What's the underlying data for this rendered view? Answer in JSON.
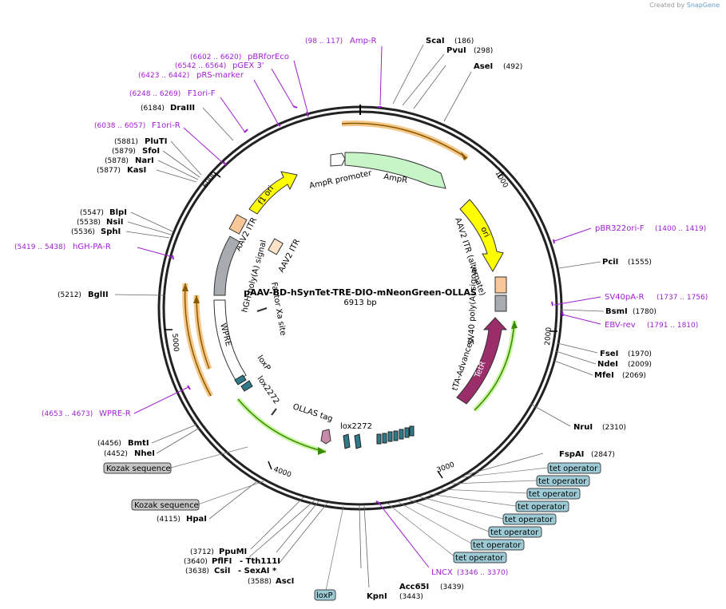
{
  "credit": {
    "prefix": "Created by",
    "brand": "SnapGene"
  },
  "plasmid": {
    "name": "pAAV-BD-hSynTet-TRE-DIO-mNeonGreen-OLLAS",
    "size": "6913 bp",
    "length": 6913
  },
  "ticks": [
    {
      "label": "1000",
      "pos": 1000
    },
    {
      "label": "2000",
      "pos": 2000
    },
    {
      "label": "3000",
      "pos": 3000
    },
    {
      "label": "4000",
      "pos": 4000
    },
    {
      "label": "5000",
      "pos": 5000
    },
    {
      "label": "6000",
      "pos": 6000
    }
  ],
  "enzymes": [
    {
      "name": "ScaI",
      "pos": "(186)"
    },
    {
      "name": "PvuI",
      "pos": "(298)"
    },
    {
      "name": "AseI",
      "pos": "(492)"
    },
    {
      "name": "PciI",
      "pos": "(1555)"
    },
    {
      "name": "BsmI",
      "pos": "(1780)"
    },
    {
      "name": "FseI",
      "pos": "(1970)"
    },
    {
      "name": "NdeI",
      "pos": "(2009)"
    },
    {
      "name": "MfeI",
      "pos": "(2069)"
    },
    {
      "name": "NruI",
      "pos": "(2310)"
    },
    {
      "name": "FspAI",
      "pos": "(2847)"
    },
    {
      "name": "Acc65I",
      "pos": "(3439)"
    },
    {
      "name": "KpnI",
      "pos": "(3443)"
    },
    {
      "name": "AscI",
      "pos": "(3588)"
    },
    {
      "name": "CsiI",
      "pos": "(3638)",
      "extra": "- SexAI *"
    },
    {
      "name": "PflFI",
      "pos": "(3640)",
      "extra": "- Tth111I"
    },
    {
      "name": "PpuMI",
      "pos": "(3712)"
    },
    {
      "name": "HpaI",
      "pos": "(4115)"
    },
    {
      "name": "NheI",
      "pos": "(4452)"
    },
    {
      "name": "BmtI",
      "pos": "(4456)"
    },
    {
      "name": "BglII",
      "pos": "(5212)"
    },
    {
      "name": "SphI",
      "pos": "(5536)"
    },
    {
      "name": "NsiI",
      "pos": "(5538)"
    },
    {
      "name": "BlpI",
      "pos": "(5547)"
    },
    {
      "name": "KasI",
      "pos": "(5877)"
    },
    {
      "name": "NarI",
      "pos": "(5878)"
    },
    {
      "name": "SfoI",
      "pos": "(5879)"
    },
    {
      "name": "PluTI",
      "pos": "(5881)"
    },
    {
      "name": "DraIII",
      "pos": "(6184)"
    }
  ],
  "primers": [
    {
      "name": "Amp-R",
      "range": "(98 .. 117)"
    },
    {
      "name": "pBRforEco",
      "range": "(6602 .. 6620)"
    },
    {
      "name": "pGEX 3'",
      "range": "(6542 .. 6564)"
    },
    {
      "name": "pRS-marker",
      "range": "(6423 .. 6442)"
    },
    {
      "name": "F1ori-F",
      "range": "(6248 .. 6269)"
    },
    {
      "name": "F1ori-R",
      "range": "(6038 .. 6057)"
    },
    {
      "name": "hGH-PA-R",
      "range": "(5419 .. 5438)"
    },
    {
      "name": "WPRE-R",
      "range": "(4653 .. 4673)"
    },
    {
      "name": "pBR322ori-F",
      "range": "(1400 .. 1419)"
    },
    {
      "name": "SV40pA-R",
      "range": "(1737 .. 1756)"
    },
    {
      "name": "EBV-rev",
      "range": "(1791 .. 1810)"
    },
    {
      "name": "LNCX",
      "range": "(3346 .. 3370)"
    }
  ],
  "boxed_labels": {
    "tet_operator": [
      "tet operator",
      "tet operator",
      "tet operator",
      "tet operator",
      "tet operator",
      "tet operator",
      "tet operator",
      "tet operator"
    ],
    "kozak": [
      "Kozak sequence",
      "Kozak sequence"
    ],
    "loxP": "loxP"
  },
  "features": {
    "ampr_promoter": "AmpR promoter",
    "ampr": "AmpR",
    "ori": "ori",
    "f1_ori": "f1 ori",
    "aav2_itr_1": "AAV2 ITR",
    "aav2_itr_2": "AAV2 ITR",
    "aav2_itr_alt": "AAV2 ITR (alternate)",
    "sv40_polya": "SV40 poly(A) signal",
    "tta_advanced": "tTA-Advanced",
    "tetr": "TetR",
    "hgh_polya": "hGH poly(A) signal",
    "factor_xa": "Factor Xa site",
    "wpre": "WPRE",
    "loxp": "loxP",
    "lox2272_1": "lox2272",
    "lox2272_2": "lox2272",
    "ollas_tag": "OLLAS tag"
  },
  "colors": {
    "ampr": "#c8f5c8",
    "ori": "#ffff00",
    "orf_outline": "#f5c88a",
    "tetr": "#9b2d6b",
    "itr": "#f8c89a",
    "polya": "#a8acb0",
    "tetop": "#2f7a8a",
    "primer": "#a020d0",
    "box_fill": "#9ccbd6",
    "kozak_fill": "#c4c4c4"
  }
}
